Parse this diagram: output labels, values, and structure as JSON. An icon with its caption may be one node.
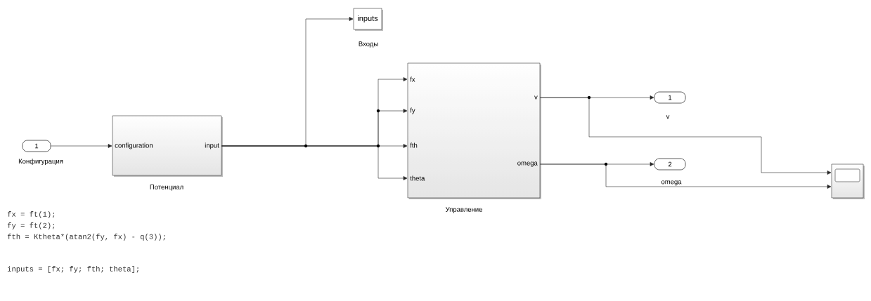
{
  "diagram": {
    "nodes": [
      {
        "text": [
          "1"
        ],
        "beside": [
          "Конфигурация"
        ]
      },
      {
        "text": [
          "configuration",
          "input"
        ],
        "beside": [
          "Потенциал"
        ]
      },
      {
        "text": [
          "inputs"
        ],
        "beside": [
          "Входы"
        ]
      },
      {
        "text": [
          "fx",
          "fy",
          "fth",
          "theta",
          "v",
          "omega"
        ],
        "beside": [
          "Управление"
        ]
      },
      {
        "text": [
          "1"
        ],
        "beside": [
          "v"
        ]
      },
      {
        "text": [
          "2"
        ],
        "beside": [
          "omega"
        ]
      },
      {
        "text": [],
        "shape": "box"
      }
    ],
    "edges": [
      {
        "from": 0,
        "to": 1,
        "arrow": "to"
      },
      {
        "from": 1,
        "to": 2,
        "arrow": "to"
      },
      {
        "from": 1,
        "to": 3,
        "arrow": "to"
      },
      {
        "from": 1,
        "to": 3,
        "arrow": "to"
      },
      {
        "from": 1,
        "to": 3,
        "arrow": "to"
      },
      {
        "from": 1,
        "to": 3,
        "arrow": "to"
      },
      {
        "from": 3,
        "to": 4,
        "arrow": "to"
      },
      {
        "from": 3,
        "to": 5,
        "arrow": "to"
      },
      {
        "from": 3,
        "to": 6,
        "arrow": "to"
      },
      {
        "from": 3,
        "to": 6,
        "arrow": "to"
      }
    ],
    "labels": [
      "fx = ft(1);",
      "fy = ft(2);",
      "fth = Ktheta*(atan2(fy, fx) - q(3));",
      "inputs = [fx; fy; fth; theta];"
    ]
  }
}
